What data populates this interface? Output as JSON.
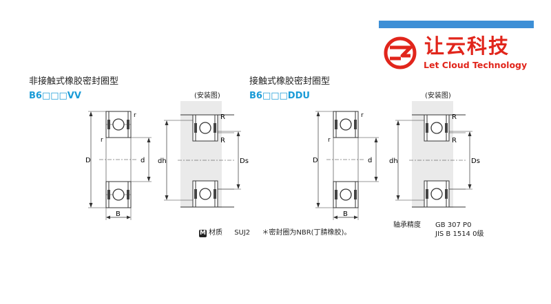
{
  "brand": {
    "name_cn": "让云科技",
    "name_en": "Let Cloud Technology",
    "accent_color": "#e1251b",
    "bar_color": "#3d8fd6"
  },
  "left": {
    "title": "非接触式橡胶密封圈型",
    "code": "B6□□□VV",
    "install_caption": "(安装图)",
    "labels": {
      "D": "D",
      "d": "d",
      "B": "B",
      "r_top": "r",
      "r_left": "r",
      "dh": "dh",
      "R_top": "R",
      "R_mid": "R",
      "Ds": "Ds"
    }
  },
  "right": {
    "title": "接触式橡胶密封圈型",
    "code": "B6□□□DDU",
    "install_caption": "(安装图)",
    "labels": {
      "D": "D",
      "d": "d",
      "B": "B",
      "r_top": "r",
      "r_left": "r",
      "dh": "dh",
      "R_top": "R",
      "R_mid": "R",
      "Ds": "Ds"
    }
  },
  "notes": {
    "material_badge": "M",
    "material_label": "材质",
    "material_value": "SUJ2",
    "seal_note": "＊密封圈为NBR(丁腈橡胶)。",
    "precision_label": "轴承精度",
    "precision_gb": "GB 307 P0",
    "precision_jis": "JIS B 1514 0级"
  }
}
